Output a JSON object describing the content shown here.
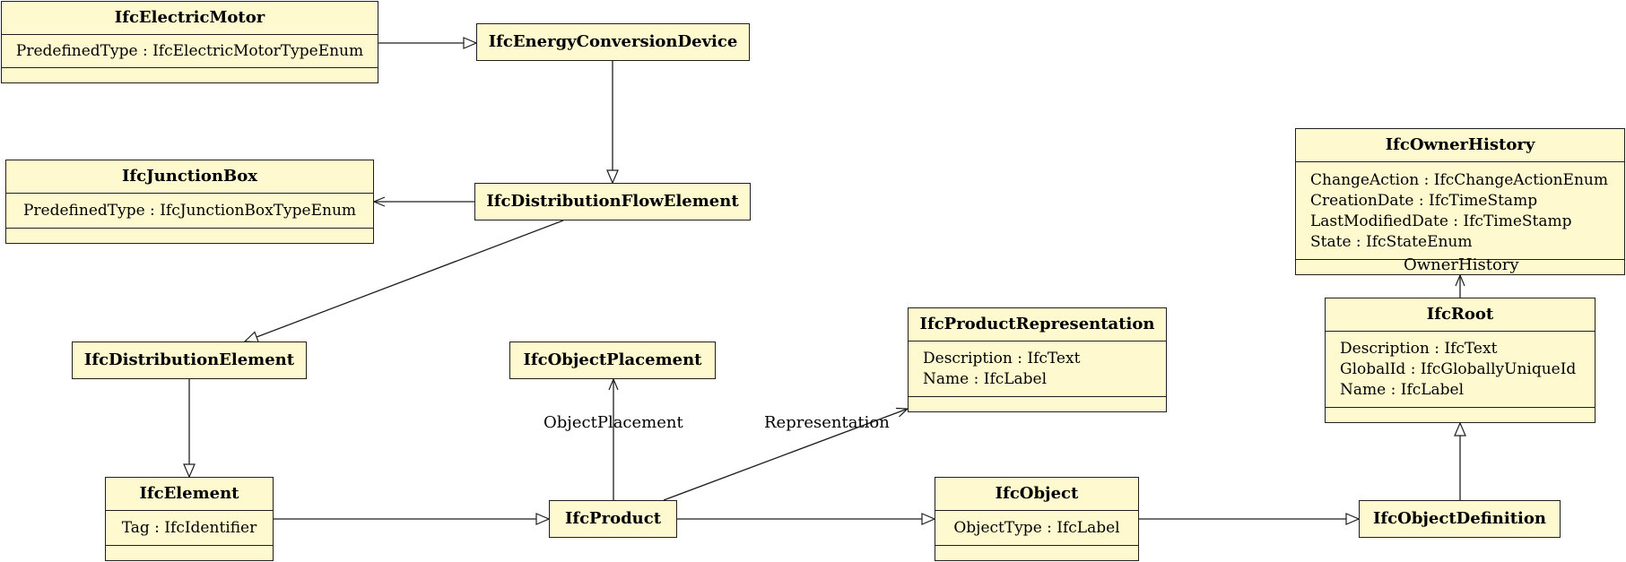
{
  "classes": [
    {
      "id": "motor",
      "name": "IfcElectricMotor",
      "attributes": [
        "PredefinedType : IfcElectricMotorTypeEnum"
      ]
    },
    {
      "id": "ecd",
      "name": "IfcEnergyConversionDevice",
      "attributes": null
    },
    {
      "id": "junction",
      "name": "IfcJunctionBox",
      "attributes": [
        "PredefinedType : IfcJunctionBoxTypeEnum"
      ]
    },
    {
      "id": "dfe",
      "name": "IfcDistributionFlowElement",
      "attributes": null
    },
    {
      "id": "owner",
      "name": "IfcOwnerHistory",
      "attributes": [
        "ChangeAction : IfcChangeActionEnum",
        "CreationDate : IfcTimeStamp",
        "LastModifiedDate : IfcTimeStamp",
        "State : IfcStateEnum"
      ]
    },
    {
      "id": "de",
      "name": "IfcDistributionElement",
      "attributes": null
    },
    {
      "id": "placement",
      "name": "IfcObjectPlacement",
      "attributes": null
    },
    {
      "id": "prodrep",
      "name": "IfcProductRepresentation",
      "attributes": [
        "Description : IfcText",
        "Name : IfcLabel"
      ]
    },
    {
      "id": "root",
      "name": "IfcRoot",
      "attributes": [
        "Description : IfcText",
        "GlobalId : IfcGloballyUniqueId",
        "Name : IfcLabel"
      ]
    },
    {
      "id": "element",
      "name": "IfcElement",
      "attributes": [
        "Tag : IfcIdentifier"
      ]
    },
    {
      "id": "product",
      "name": "IfcProduct",
      "attributes": null
    },
    {
      "id": "object",
      "name": "IfcObject",
      "attributes": [
        "ObjectType : IfcLabel"
      ]
    },
    {
      "id": "objdef",
      "name": "IfcObjectDefinition",
      "attributes": null
    }
  ],
  "relations": [
    {
      "from": "motor",
      "to": "ecd",
      "kind": "generalization",
      "label": ""
    },
    {
      "from": "ecd",
      "to": "dfe",
      "kind": "generalization",
      "label": ""
    },
    {
      "from": "dfe",
      "to": "junction",
      "kind": "association",
      "label": ""
    },
    {
      "from": "dfe",
      "to": "de",
      "kind": "generalization",
      "label": ""
    },
    {
      "from": "de",
      "to": "element",
      "kind": "generalization",
      "label": ""
    },
    {
      "from": "element",
      "to": "product",
      "kind": "generalization",
      "label": ""
    },
    {
      "from": "product",
      "to": "object",
      "kind": "generalization",
      "label": ""
    },
    {
      "from": "object",
      "to": "objdef",
      "kind": "generalization",
      "label": ""
    },
    {
      "from": "objdef",
      "to": "root",
      "kind": "generalization",
      "label": ""
    },
    {
      "from": "product",
      "to": "placement",
      "kind": "association",
      "label": "ObjectPlacement"
    },
    {
      "from": "product",
      "to": "prodrep",
      "kind": "association",
      "label": "Representation"
    },
    {
      "from": "root",
      "to": "owner",
      "kind": "association",
      "label": "OwnerHistory"
    }
  ]
}
